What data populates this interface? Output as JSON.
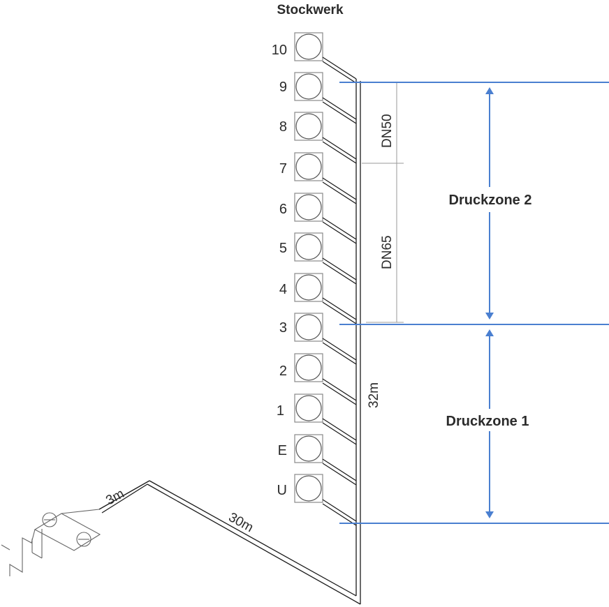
{
  "title": "Stockwerk",
  "floors": [
    "10",
    "9",
    "8",
    "7",
    "6",
    "5",
    "4",
    "3",
    "2",
    "1",
    "E",
    "U"
  ],
  "pipe_labels": {
    "riser_height": "32m",
    "horizontal_long": "30m",
    "horizontal_short": "3m",
    "dn_upper": "DN50",
    "dn_lower": "DN65"
  },
  "zones": {
    "zone2": "Druckzone 2",
    "zone1": "Druckzone 1"
  },
  "colors": {
    "zone_line": "#4a7fd0",
    "pipe": "#1a1a1a",
    "device_box": "#888888",
    "dimension": "#999999"
  }
}
